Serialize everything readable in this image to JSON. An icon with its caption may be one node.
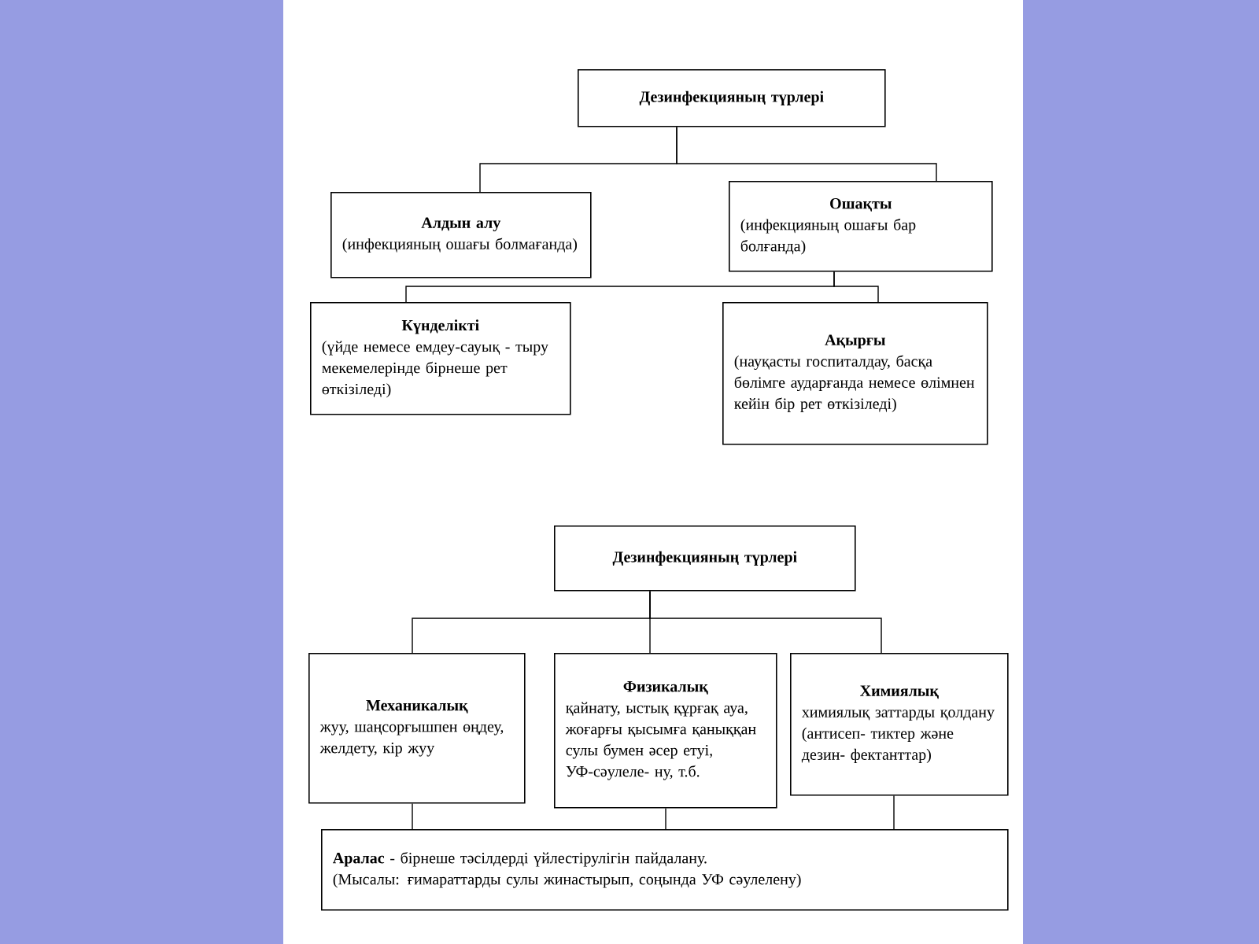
{
  "diagram": {
    "nodes": [
      {
        "text": [
          "Дезинфекцияның түрлері"
        ]
      },
      {
        "text": [
          "Алдын алу",
          "(инфекцияның ошағы болмағанда)"
        ]
      },
      {
        "text": [
          "Ошақты",
          "(инфекцияның ошағы бар болғанда)"
        ]
      },
      {
        "text": [
          "Күнделікті",
          "(үйде немесе емдеу-сауық - тыру мекемелерінде бірнеше рет өткізіледі)"
        ]
      },
      {
        "text": [
          "Ақырғы",
          "(науқасты госпиталдау, басқа бөлімге аударғанда немесе өлімнен кейін бір рет өткізіледі)"
        ]
      },
      {
        "text": [
          "Дезинфекцияның түрлері"
        ]
      },
      {
        "text": [
          "Механикалық",
          "жуу, шаңсорғышпен өңдеу, желдету, кір жуу"
        ]
      },
      {
        "text": [
          "Физикалық",
          "қайнату, ыстық құрғақ ауа, жоғарғы қысымға қаныққан сулы бумен әсер етуі, УФ-сәулеле- ну, т.б."
        ]
      },
      {
        "text": [
          "Химиялық",
          "химиялық заттарды қолдану (антисеп- тиктер және дезин- фектанттар)"
        ]
      },
      {
        "text": [
          "**Аралас** - бірнеше тәсілдерді үйлестірулігін пайдалану.",
          "(Мысалы: ғимараттарды сулы жинастырып, соңында УФ сәулелену)"
        ]
      }
    ],
    "edges": [
      {
        "from": 0,
        "to": 1,
        "arrow": "none"
      },
      {
        "from": 0,
        "to": 2,
        "arrow": "none"
      },
      {
        "from": 2,
        "to": 3,
        "arrow": "none"
      },
      {
        "from": 2,
        "to": 4,
        "arrow": "none"
      },
      {
        "from": 5,
        "to": 6,
        "arrow": "none"
      },
      {
        "from": 5,
        "to": 7,
        "arrow": "none"
      },
      {
        "from": 5,
        "to": 8,
        "arrow": "none"
      },
      {
        "from": 6,
        "to": 9,
        "arrow": "none"
      },
      {
        "from": 7,
        "to": 9,
        "arrow": "none"
      },
      {
        "from": 8,
        "to": 9,
        "arrow": "none"
      }
    ]
  }
}
